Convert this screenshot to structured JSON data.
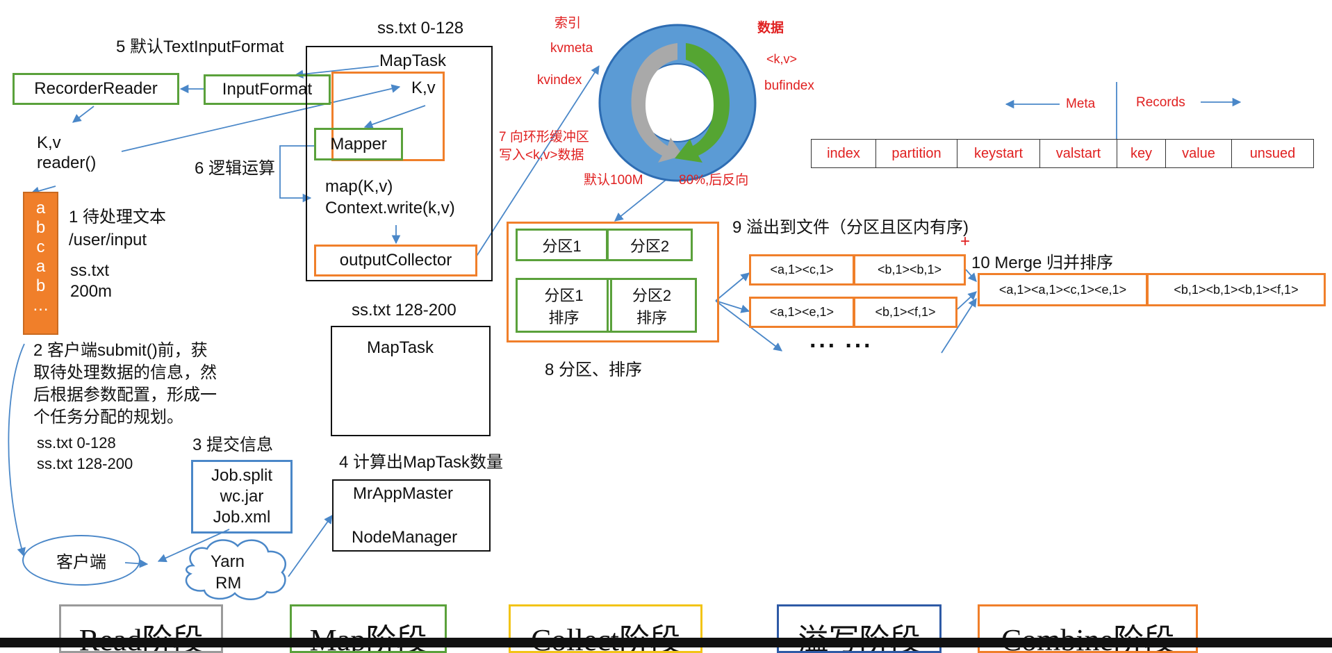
{
  "labels": {
    "step5": "5 默认TextInputFormat",
    "split1": "ss.txt 0-128",
    "kv_reader": "K,v",
    "reader_call": "reader()",
    "step6": "6 逻辑运算",
    "map_call": "map(K,v)",
    "context_write": "Context.write(k,v)",
    "step1": "1 待处理文本",
    "input_path": "/user/input",
    "file_name": "ss.txt",
    "file_size": "200m",
    "split2": "ss.txt 128-200",
    "step2": [
      "2 客户端submit()前，获",
      "取待处理数据的信息，然",
      "后根据参数配置，形成一",
      "个任务分配的规划。"
    ],
    "split_list": [
      "ss.txt  0-128",
      "ss.txt  128-200"
    ],
    "step3": "3 提交信息",
    "step4": "4 计算出MapTask数量",
    "step7": [
      "7 向环形缓冲区",
      "写入<k,v>数据"
    ],
    "step8": "8 分区、排序",
    "step9": "9 溢出到文件（分区且区内有序)",
    "step10": "10 Merge 归并排序",
    "ellipsis": "··· ···",
    "plus": "+"
  },
  "boxes": {
    "recorder_reader": "RecorderReader",
    "input_format": "InputFormat",
    "maptask": "MapTask",
    "kv": "K,v",
    "mapper": "Mapper",
    "output_collector": "outputCollector",
    "maptask2": "MapTask",
    "job_files": [
      "Job.split",
      "wc.jar",
      "Job.xml"
    ],
    "mr_app_master": "MrAppMaster",
    "node_manager": "NodeManager",
    "client": "客户端",
    "yarn_rm": [
      "Yarn",
      "RM"
    ],
    "partitions": [
      "分区1",
      "分区2"
    ],
    "partition_sorts": [
      [
        "分区1",
        "排序"
      ],
      [
        "分区2",
        "排序"
      ]
    ]
  },
  "text_chars": [
    "a",
    "b",
    "c",
    "a",
    "b",
    "…"
  ],
  "ring": {
    "index": "索引",
    "kvmeta": "kvmeta",
    "kvindex": "kvindex",
    "data": "数据",
    "kv": "<k,v>",
    "bufindex": "bufindex",
    "default_size": "默认100M",
    "reverse": "80%,后反向"
  },
  "meta_records": {
    "meta": "Meta",
    "records": "Records",
    "columns": [
      "index",
      "partition",
      "keystart",
      "valstart",
      "key",
      "value",
      "unsued"
    ]
  },
  "spill": {
    "rows": [
      [
        "<a,1><c,1>",
        "<b,1><b,1>"
      ],
      [
        "<a,1><e,1>",
        "<b,1><f,1>"
      ]
    ]
  },
  "merge": {
    "cells": [
      "<a,1><a,1><c,1><e,1>",
      "<b,1><b,1><b,1><f,1>"
    ]
  },
  "stages": [
    "Read阶段",
    "Map阶段",
    "Collect阶段",
    "溢写阶段",
    "Combine阶段"
  ],
  "colors": {
    "green": "#5aa13b",
    "orange": "#f07f2a",
    "blue": "#4a87c8",
    "red": "#e02020",
    "gray": "#9a9a9a",
    "yellow": "#f2c417",
    "navy": "#2e5aa6"
  }
}
